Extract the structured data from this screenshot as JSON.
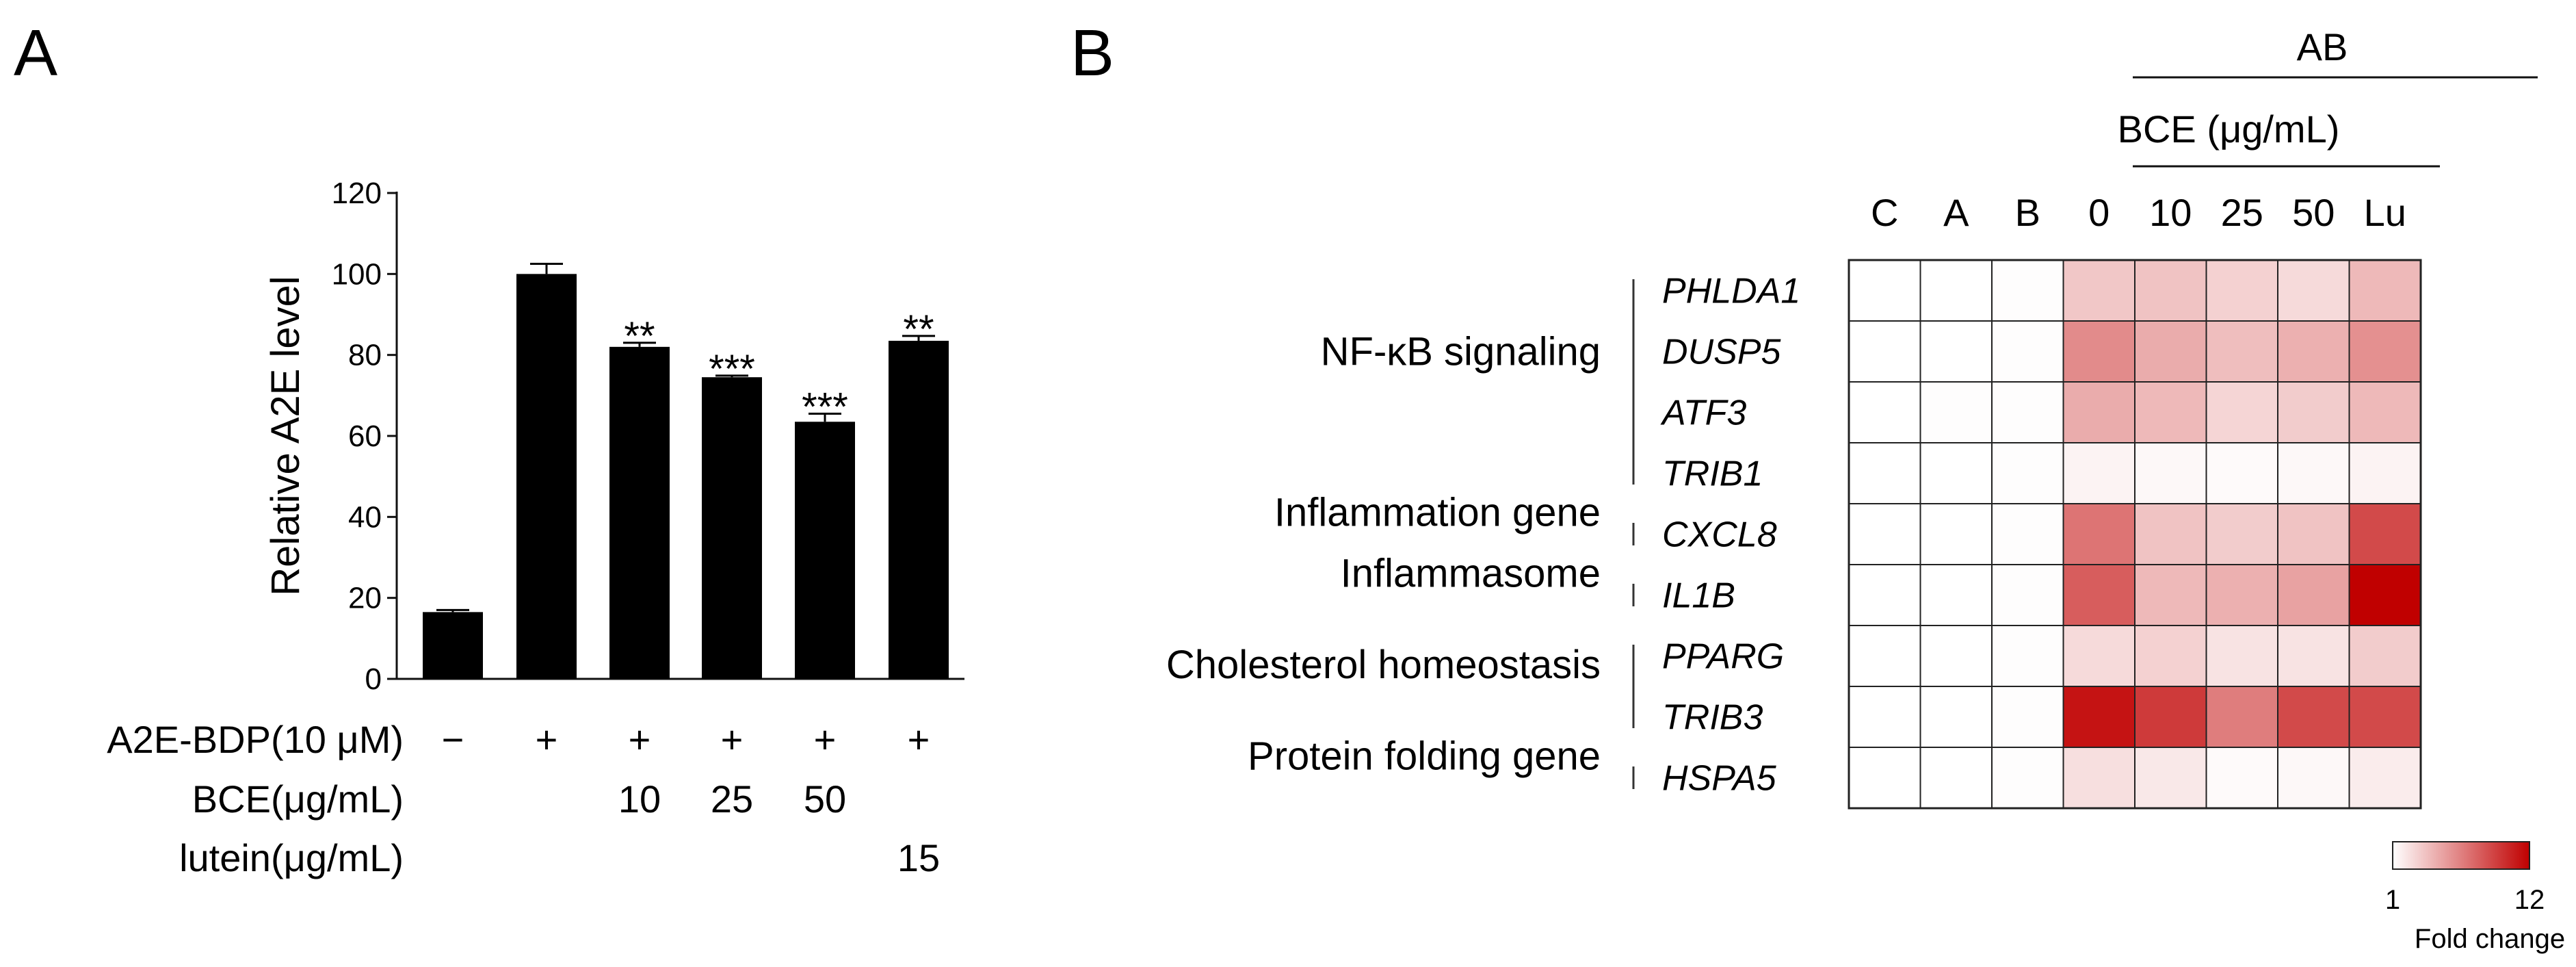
{
  "panels": {
    "a": {
      "letter": "A"
    },
    "b": {
      "letter": "B"
    }
  },
  "chart_data": [
    {
      "type": "bar",
      "ylabel": "Relative A2E level",
      "ylim": [
        0,
        120
      ],
      "yticks": [
        0,
        20,
        40,
        60,
        80,
        100,
        120
      ],
      "values": [
        16.5,
        100,
        82,
        74.5,
        63.5,
        83.5
      ],
      "errors": [
        0.5,
        2.5,
        1.0,
        0.4,
        2.0,
        1.2
      ],
      "significance": [
        "",
        "",
        "**",
        "***",
        "***",
        "**"
      ],
      "bar_color": "#000000",
      "grid": false,
      "treatment_rows": [
        {
          "label": "A2E-BDP(10 μM)",
          "values": [
            "−",
            "+",
            "+",
            "+",
            "+",
            "+"
          ]
        },
        {
          "label": "BCE(μg/mL)",
          "values": [
            "",
            "",
            "10",
            "25",
            "50",
            ""
          ]
        },
        {
          "label": "lutein(μg/mL)",
          "values": [
            "",
            "",
            "",
            "",
            "",
            "15"
          ]
        }
      ]
    },
    {
      "type": "heatmap",
      "group_header": "AB",
      "subgroup_header": "BCE (μg/mL)",
      "columns": [
        "C",
        "A",
        "B",
        "0",
        "10",
        "25",
        "50",
        "Lu"
      ],
      "rows": [
        "PHLDA1",
        "DUSP5",
        "ATF3",
        "TRIB1",
        "CXCL8",
        "IL1B",
        "PPARG",
        "TRIB3",
        "HSPA5"
      ],
      "categories": [
        {
          "label": "NF-κB signaling",
          "rows": [
            0,
            1,
            2,
            3
          ]
        },
        {
          "label": "Inflammation gene",
          "rows": [
            4,
            4
          ]
        },
        {
          "label": "Inflammasome",
          "rows": [
            5,
            5
          ]
        },
        {
          "label": "Cholesterol homeostasis",
          "rows": [
            6,
            7
          ]
        },
        {
          "label": "Protein folding gene",
          "rows": [
            8,
            8
          ]
        }
      ],
      "values": [
        [
          1,
          1,
          1.1,
          3.4,
          3.6,
          3.0,
          2.6,
          4.0
        ],
        [
          1,
          1,
          1.1,
          6.0,
          4.6,
          3.8,
          4.4,
          5.8
        ],
        [
          1,
          1.1,
          1.1,
          4.6,
          4.0,
          2.8,
          3.2,
          4.0
        ],
        [
          1,
          1,
          1.1,
          1.5,
          1.3,
          1.2,
          1.3,
          1.5
        ],
        [
          1,
          1,
          1.1,
          7.0,
          3.6,
          3.2,
          3.6,
          8.8
        ],
        [
          1,
          1,
          1.1,
          8.0,
          4.0,
          4.4,
          5.0,
          12
        ],
        [
          1,
          1,
          1.1,
          2.6,
          3.0,
          2.2,
          2.2,
          3.2
        ],
        [
          1,
          1,
          1.1,
          11.2,
          9.5,
          6.6,
          8.8,
          8.8
        ],
        [
          1,
          1,
          1.1,
          2.4,
          2.0,
          1.2,
          1.3,
          1.8
        ]
      ],
      "colorbar": {
        "min": 1,
        "max": 12,
        "min_label": "1",
        "max_label": "12",
        "label": "Fold change",
        "color_low": "#ffffff",
        "color_high": "#c00000"
      }
    }
  ]
}
